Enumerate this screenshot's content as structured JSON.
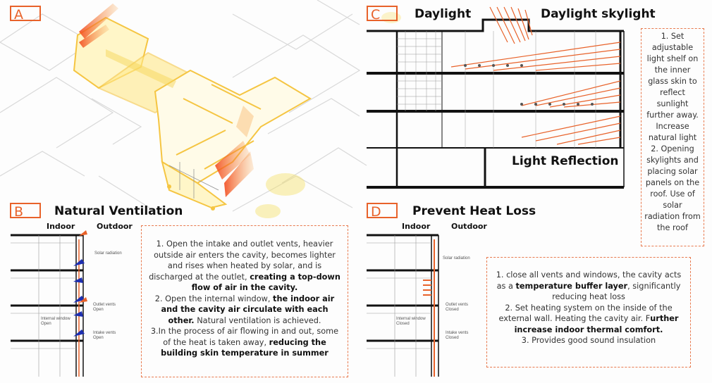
{
  "panel_a": {
    "tag": "A"
  },
  "panel_b": {
    "tag": "B",
    "title": "Natural Ventilation",
    "indoor": "Indoor",
    "outdoor": "Outdoor",
    "labels": {
      "solar": "Solar radiation",
      "outlet": "Outlet vents Open",
      "window": "Internal window Open",
      "intake": "Intake vents Open"
    },
    "note": {
      "p1_a": "1. Open the intake and outlet vents, heavier outside air enters the cavity, becomes lighter and rises when heated by solar, and is discharged at the outlet, ",
      "p1_b": "creating a top-down flow of air in the cavity.",
      "p2_a": "2. Open the internal window, ",
      "p2_b": "the indoor air and the cavity air circulate with each other.",
      "p2_c": " Natural ventilation is achieved.",
      "p3_a": "3.In the process of air flowing in and out, some of the heat is taken away, ",
      "p3_b": "reducing the building skin temperature in summer"
    }
  },
  "panel_c": {
    "tag": "C",
    "title_daylight": "Daylight",
    "title_skylight": "Daylight skylight",
    "title_reflection": "Light Reflection",
    "note": "1. Set adjustable light shelf on the inner glass skin to reflect sunlight further away. Increase natural light 2. Opening skylights and placing solar panels on the roof. Use of solar radiation from the roof"
  },
  "panel_d": {
    "tag": "D",
    "title": "Prevent Heat Loss",
    "indoor": "Indoor",
    "outdoor": "Outdoor",
    "labels": {
      "solar": "Solar radiation",
      "outlet": "Outlet vents Closed",
      "window": "Internal window Closed",
      "intake": "Intake vents Closed"
    },
    "note": {
      "p1_a": "1. close all vents and windows, the cavity acts as a ",
      "p1_b": "temperature buffer layer",
      "p1_c": ", significantly reducing heat loss",
      "p2_a": "2. Set heating system on the inside of the external wall. Heating the cavity air. F",
      "p2_b": "urther increase indoor thermal comfort.",
      "p3": "3. Provides good sound insulation"
    }
  },
  "colors": {
    "accent": "#e8622a",
    "note_border": "#e87a4e",
    "glow": "#f5d84a",
    "vent_arrow": "#1e2fb0"
  }
}
